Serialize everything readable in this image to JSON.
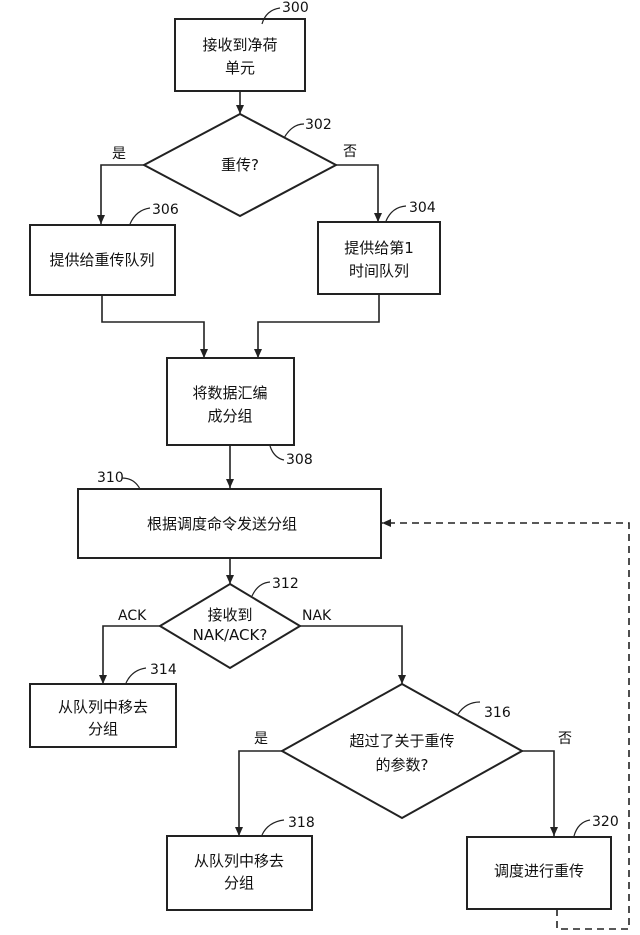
{
  "nodes": {
    "n300": {
      "ref": "300",
      "lines": [
        "接收到净荷",
        "单元"
      ]
    },
    "n302": {
      "ref": "302",
      "lines": [
        "重传?"
      ]
    },
    "n304": {
      "ref": "304",
      "lines": [
        "提供给第1",
        "时间队列"
      ]
    },
    "n306": {
      "ref": "306",
      "lines": [
        "提供给重传队列"
      ]
    },
    "n308": {
      "ref": "308",
      "lines": [
        "将数据汇编",
        "成分组"
      ]
    },
    "n310": {
      "ref": "310",
      "lines": [
        "根据调度命令发送分组"
      ]
    },
    "n312": {
      "ref": "312",
      "lines": [
        "接收到",
        "NAK/ACK?"
      ]
    },
    "n314": {
      "ref": "314",
      "lines": [
        "从队列中移去",
        "分组"
      ]
    },
    "n316": {
      "ref": "316",
      "lines": [
        "超过了关于重传",
        "的参数?"
      ]
    },
    "n318": {
      "ref": "318",
      "lines": [
        "从队列中移去",
        "分组"
      ]
    },
    "n320": {
      "ref": "320",
      "lines": [
        "调度进行重传"
      ]
    }
  },
  "branches": {
    "d302_yes": "是",
    "d302_no": "否",
    "d312_ack": "ACK",
    "d312_nak": "NAK",
    "d316_yes": "是",
    "d316_no": "否"
  }
}
